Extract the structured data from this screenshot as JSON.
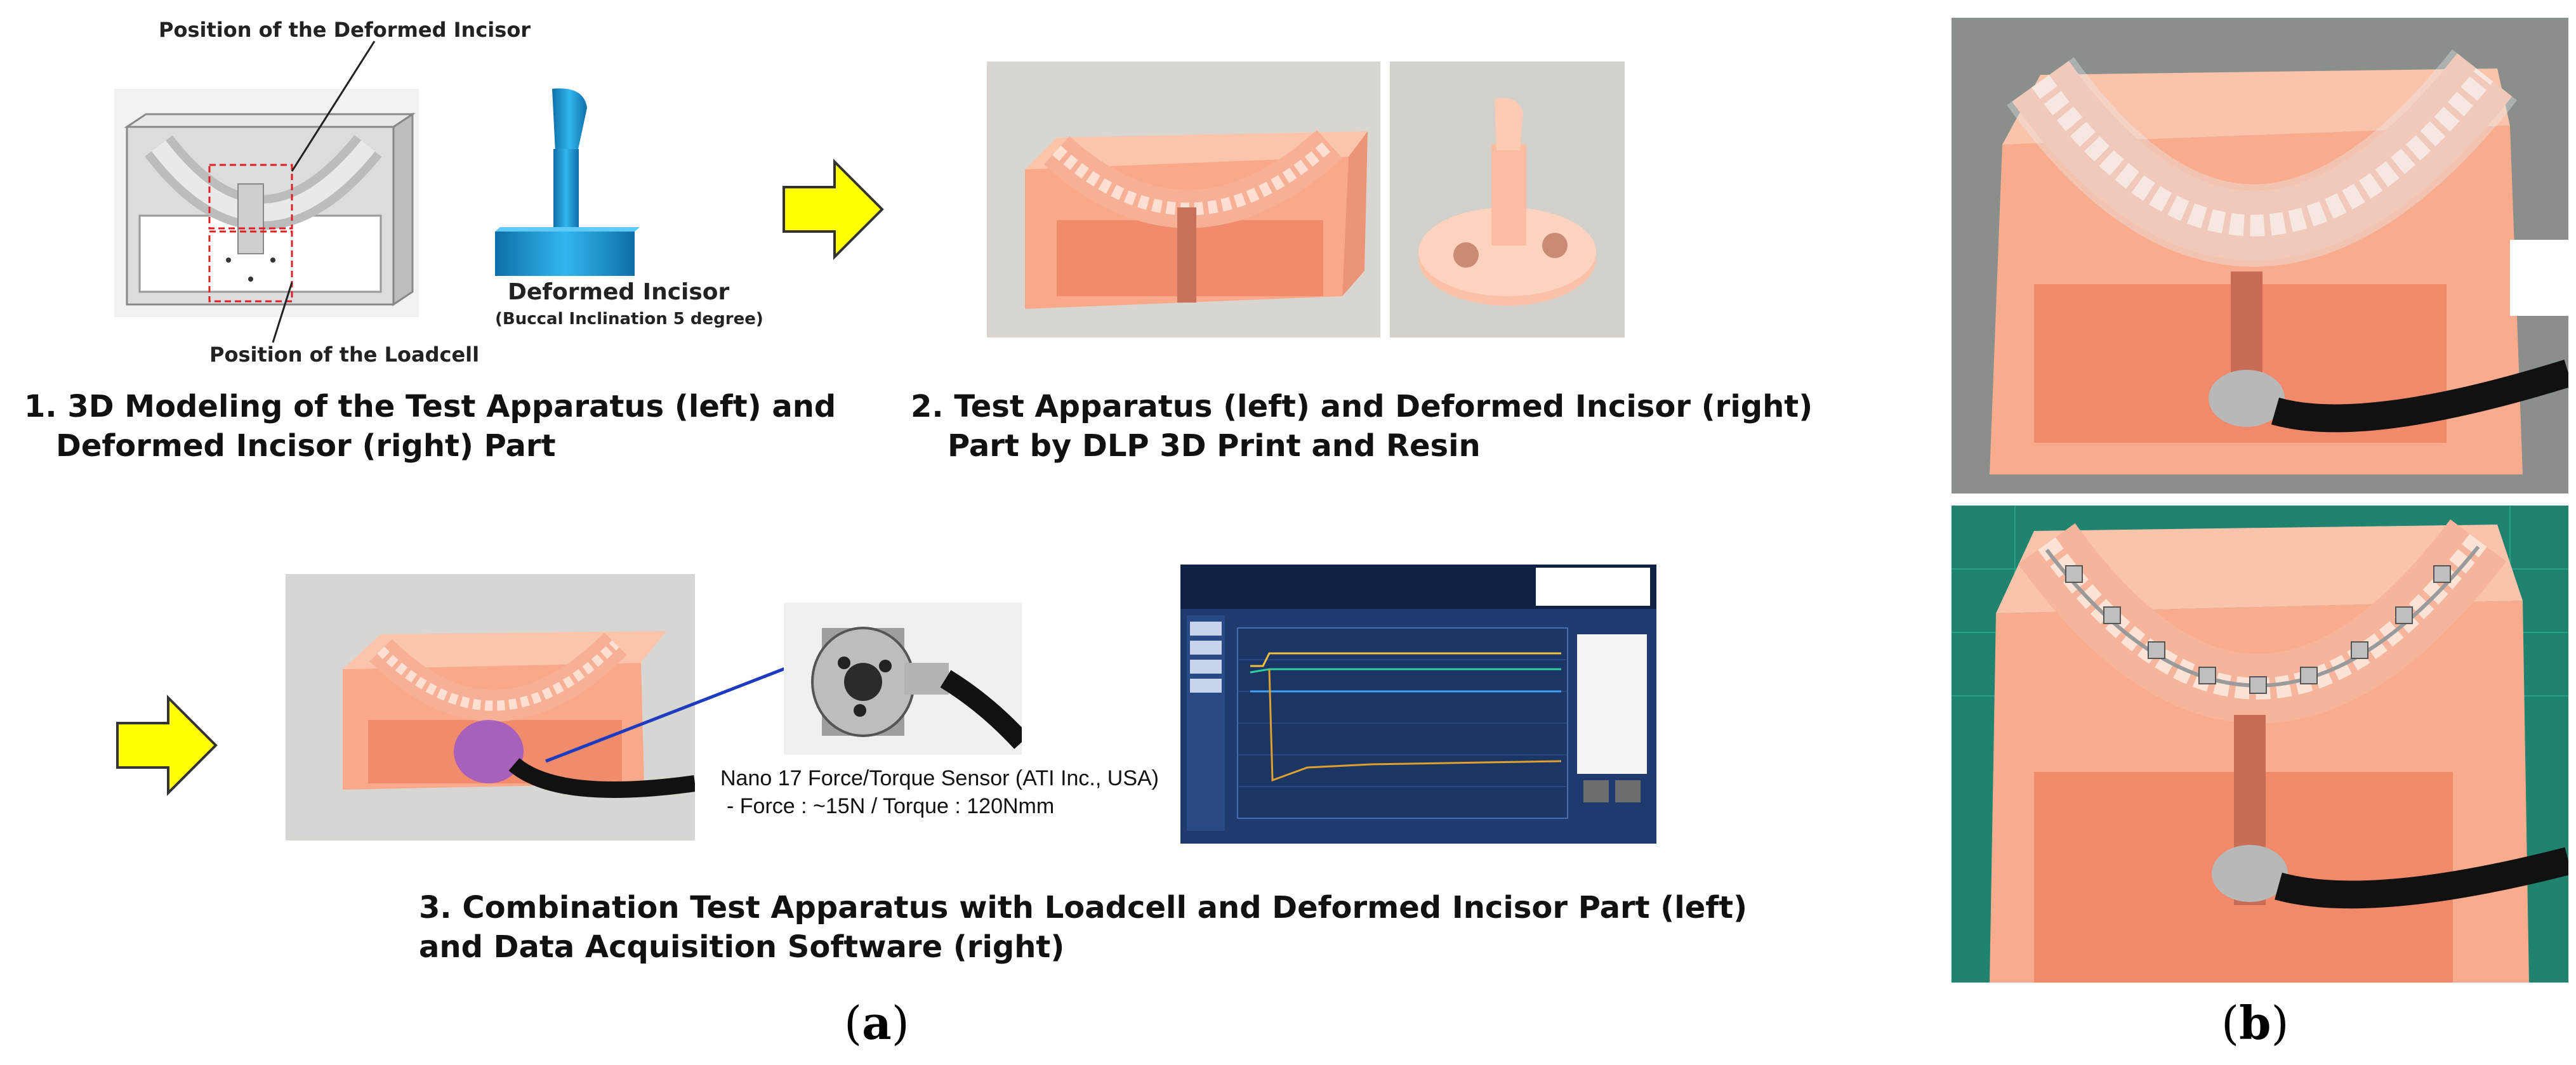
{
  "panel_a": {
    "label_open": "(",
    "label_letter": "a",
    "label_close": ")",
    "step1": {
      "line1": "1. 3D Modeling of the Test Apparatus (left) and",
      "line2": "Deformed Incisor (right) Part",
      "pos_incisor": "Position of the Deformed Incisor",
      "pos_loadcell": "Position of the Loadcell",
      "incisor_title": "Deformed Incisor",
      "incisor_sub": "(Buccal Inclination 5 degree)"
    },
    "step2": {
      "line1": "2. Test Apparatus (left) and Deformed Incisor (right)",
      "line2": "Part by DLP 3D Print and Resin"
    },
    "step3": {
      "line1": "3. Combination Test Apparatus with Loadcell and Deformed Incisor Part (left)",
      "line2": "and Data Acquisition Software (right)",
      "sensor_line1": "Nano 17 Force/Torque Sensor (ATI Inc., USA)",
      "sensor_line2": "- Force : ~15N / Torque : 120Nmm"
    }
  },
  "panel_b": {
    "label_open": "(",
    "label_letter": "b",
    "label_close": ")"
  },
  "colors": {
    "resin_pink": "#f7b59a",
    "arrow_yellow": "#ffff00",
    "incisor_blue": "#1a9ad6",
    "software_bg": "#1f3a6e"
  }
}
